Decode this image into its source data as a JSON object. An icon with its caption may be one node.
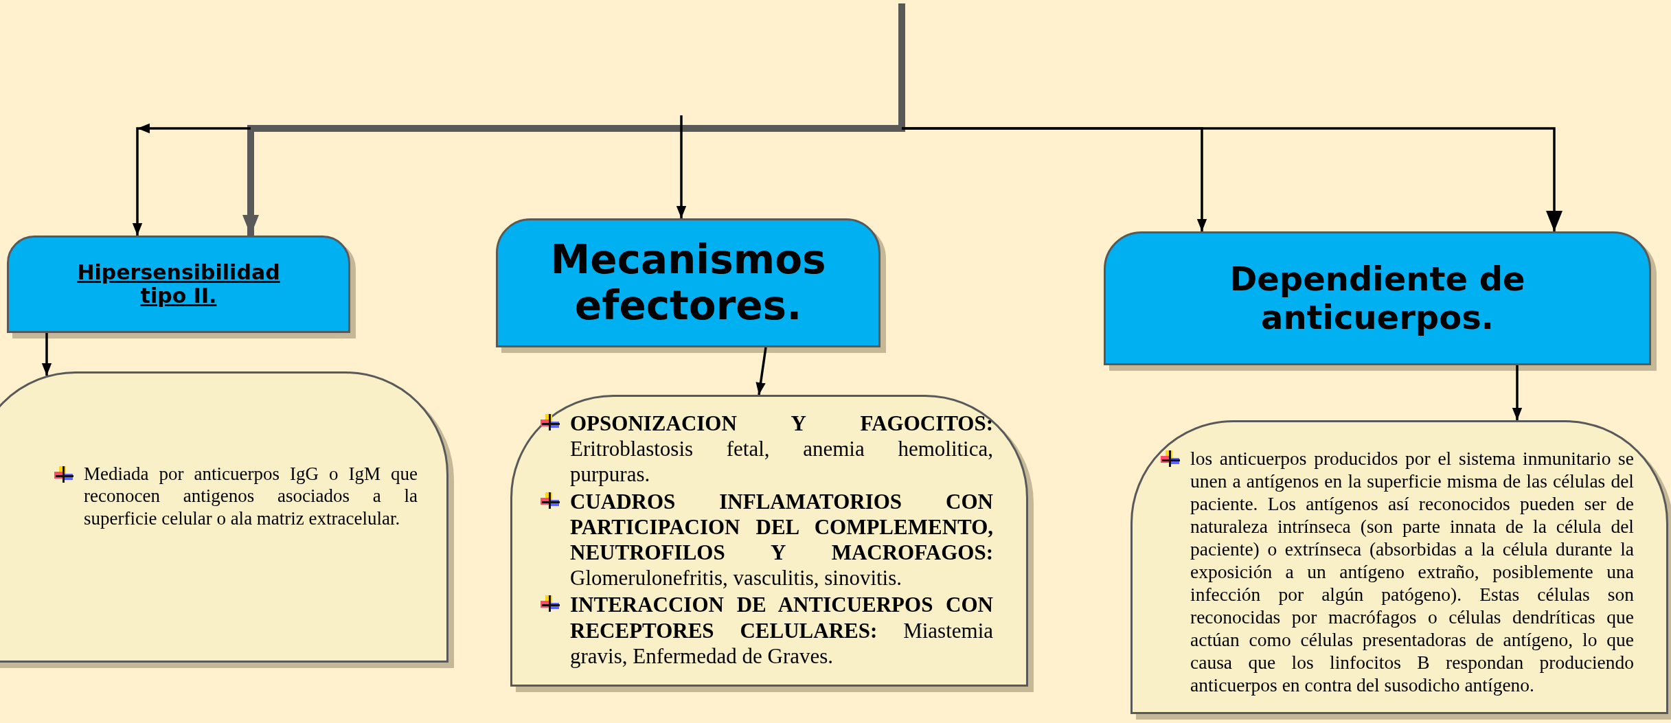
{
  "diagram": {
    "nodes": [
      {
        "text": [
          "Hipersensibilidad tipo II."
        ]
      },
      {
        "text": [
          "Mecanismos efectores."
        ]
      },
      {
        "text": [
          "Dependiente de anticuerpos."
        ]
      },
      {
        "text": [
          "Mediada por anticuerpos IgG o IgM que reconocen antigenos asociados a la superficie celular o ala matriz extracelular."
        ]
      },
      {
        "text": [
          "**OPSONIZACION Y FAGOCITOS:** Eritroblastosis fetal, anemia hemolitica, purpuras.",
          "**CUADROS INFLAMATORIOS CON PARTICIPACION DEL COMPLEMENTO, NEUTROFILOS Y MACROFAGOS:** Glomerulonefritis, vasculitis, sinovitis.",
          "**INTERACCION DE ANTICUERPOS CON RECEPTORES CELULARES:** Miastemia gravis, Enfermedad de Graves."
        ]
      },
      {
        "text": [
          "los anticuerpos producidos por el sistema inmunitario se unen a antígenos en la superficie misma de las células del paciente. Los antígenos así reconocidos pueden ser de naturaleza intrínseca (son parte innata de la célula del paciente) o extrínseca (absorbidas a la célula durante la exposición a un antígeno extraño, posiblemente una infección por algún patógeno). Estas células son reconocidas por macrófagos o células dendríticas que actúan como células presentadoras de antígeno, lo que causa que los linfocitos B respondan produciendo anticuerpos en contra del susodicho antígeno."
        ]
      }
    ],
    "edges": [
      {
        "from": null,
        "to": 0,
        "arrow": "to",
        "style": "thick",
        "color": "#595959"
      },
      {
        "from": null,
        "to": 0,
        "arrow": "to"
      },
      {
        "from": null,
        "to": 1,
        "arrow": "to"
      },
      {
        "from": null,
        "to": 2,
        "arrow": "to"
      },
      {
        "from": null,
        "to": 2,
        "arrow": "to"
      },
      {
        "from": 0,
        "to": 3,
        "arrow": "to"
      },
      {
        "from": 1,
        "to": 4,
        "arrow": "to"
      },
      {
        "from": 2,
        "to": 5,
        "arrow": "to"
      }
    ]
  }
}
